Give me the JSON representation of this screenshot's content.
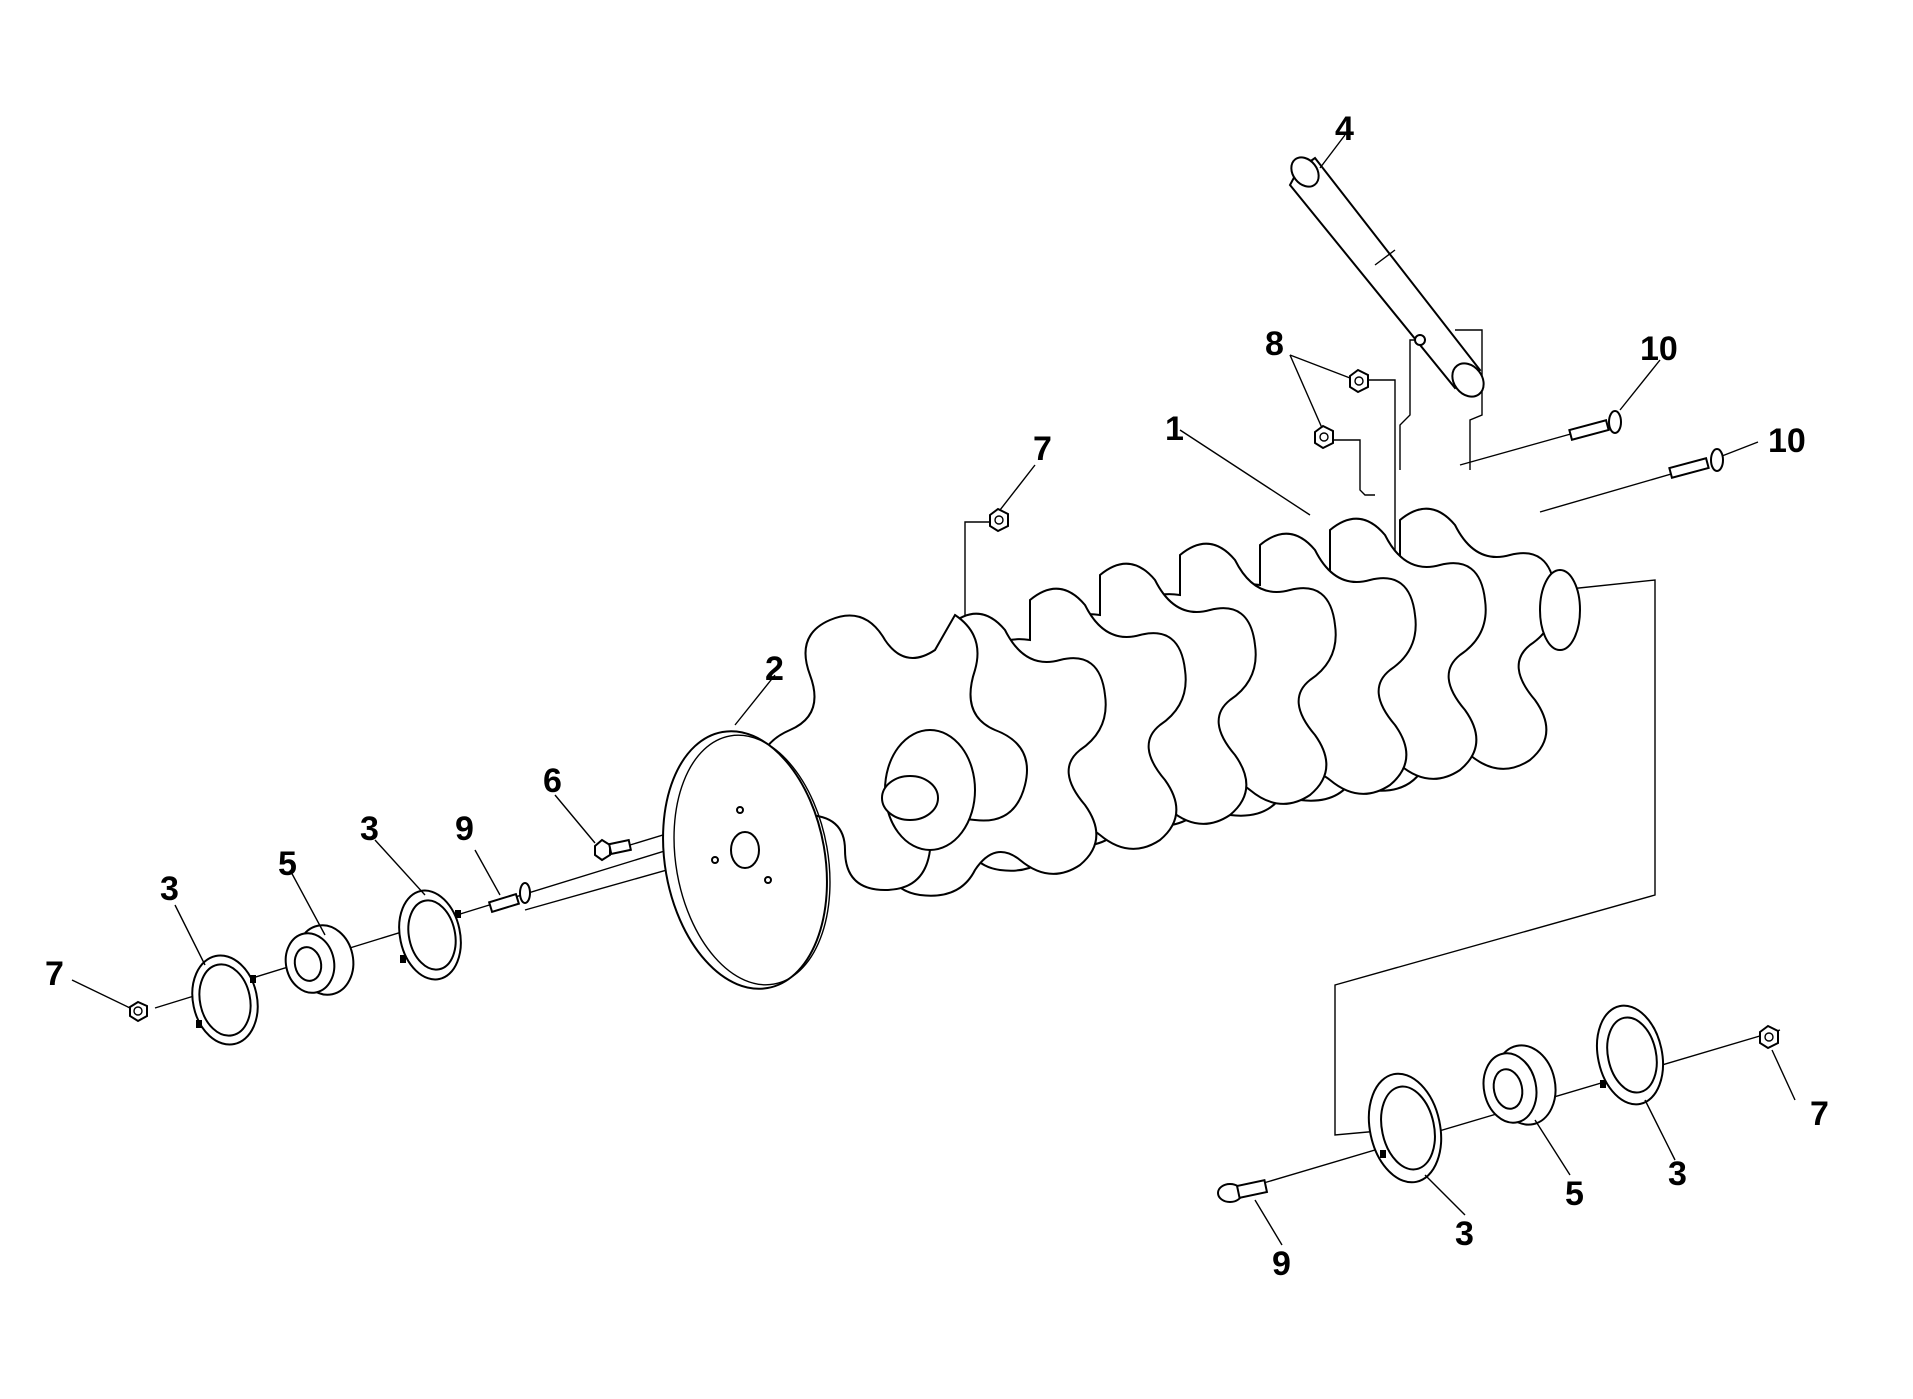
{
  "diagram": {
    "labels": {
      "p1": "1",
      "p2": "2",
      "p3a": "3",
      "p3b": "3",
      "p3c": "3",
      "p3d": "3",
      "p4": "4",
      "p5a": "5",
      "p5b": "5",
      "p6": "6",
      "p7a": "7",
      "p7b": "7",
      "p7c": "7",
      "p8": "8",
      "p9a": "9",
      "p9b": "9",
      "p10a": "10",
      "p10b": "10"
    }
  }
}
